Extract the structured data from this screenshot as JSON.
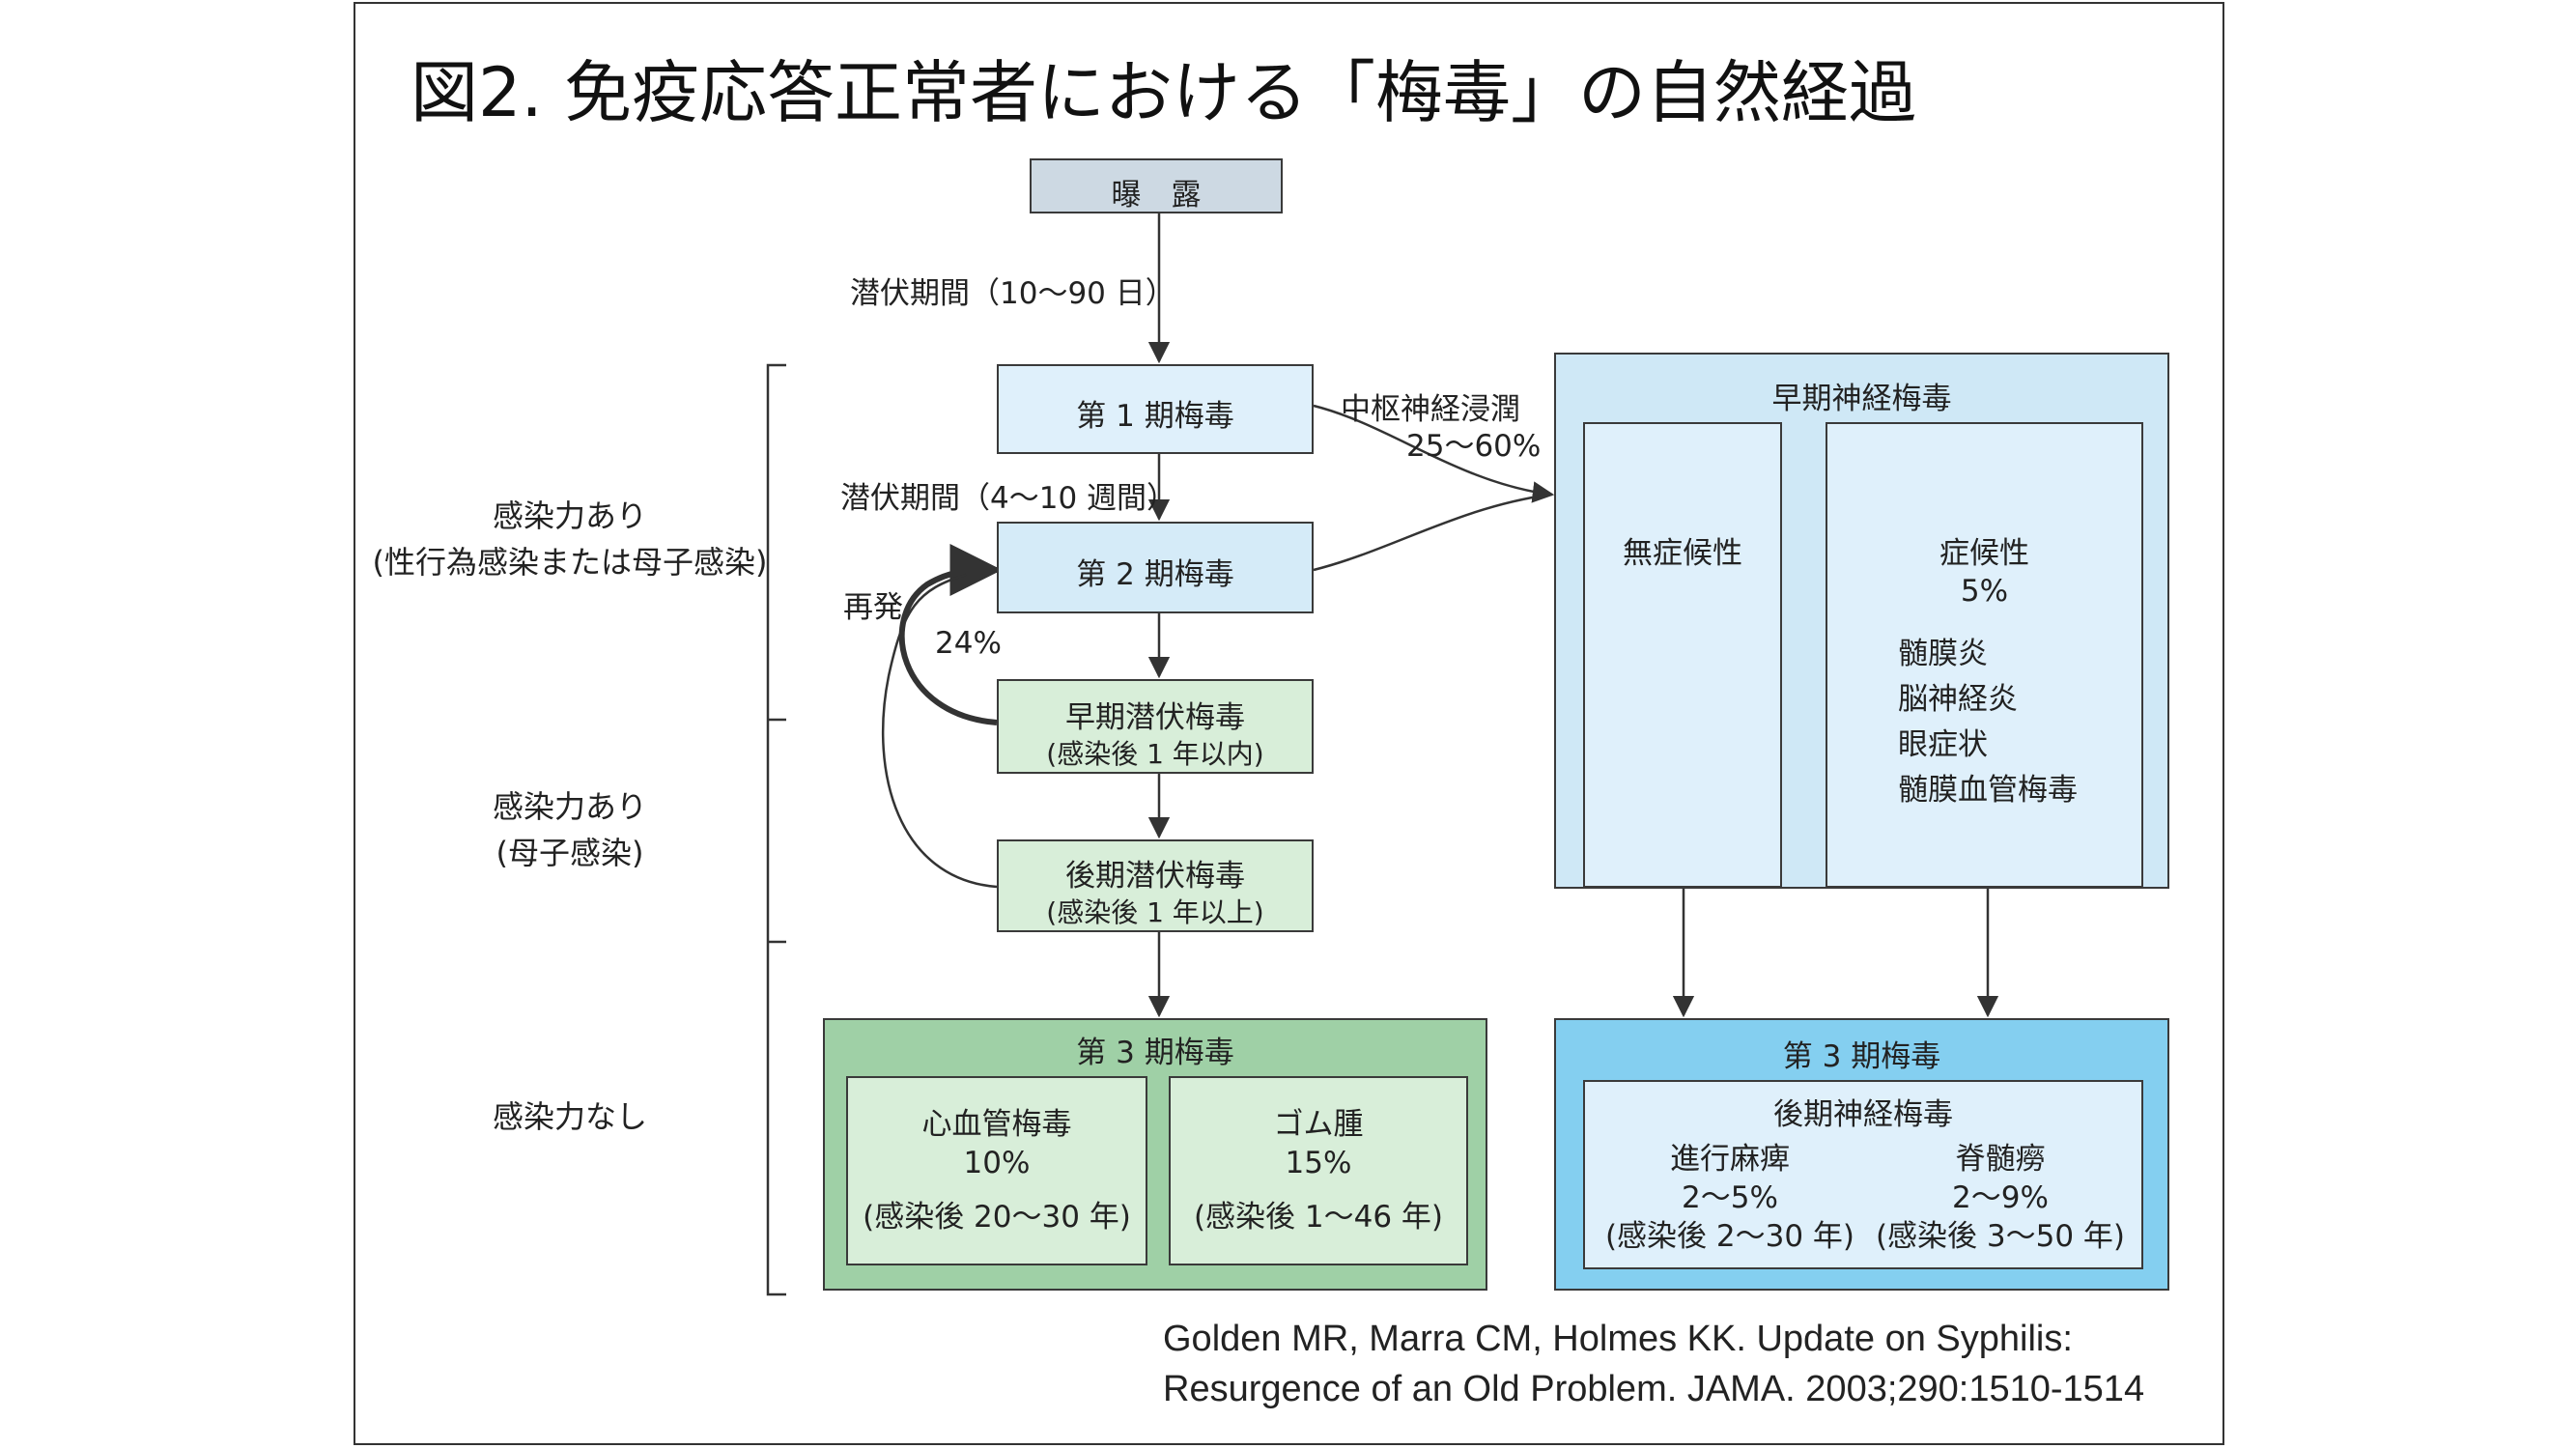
{
  "title": "図2. 免疫応答正常者における「梅毒」の自然経過",
  "citation": {
    "line1": "Golden MR, Marra CM, Holmes KK. Update on Syphilis:",
    "line2": "Resurgence of an Old Problem. JAMA. 2003;290:1510-1514"
  },
  "colors": {
    "exposure": "#cdd9e3",
    "early": "#dff0fb",
    "latent": "#d8eed9",
    "tertiary_green": "#9fd0a6",
    "neuro_outer": "#cfe8f6",
    "tertiary_blue": "#84cff0"
  },
  "categories": {
    "infectious_sex": {
      "line1": "感染力あり",
      "line2": "(性行為感染または母子感染)"
    },
    "infectious_mother": {
      "line1": "感染力あり",
      "line2": "(母子感染)"
    },
    "noninfectious": {
      "line1": "感染力なし"
    }
  },
  "flow": {
    "exposure": "曝　露",
    "incubation1": "潜伏期間（10〜90 日）",
    "primary": "第 1 期梅毒",
    "incubation2": "潜伏期間（4〜10 週間）",
    "secondary": "第 2 期梅毒",
    "relapse": "再発",
    "relapse_pct": "24%",
    "early_latent": {
      "line1": "早期潜伏梅毒",
      "line2": "(感染後 1 年以内)"
    },
    "late_latent": {
      "line1": "後期潜伏梅毒",
      "line2": "(感染後 1 年以上)"
    },
    "cns_invasion": {
      "line1": "中枢神経浸潤",
      "line2": "25〜60%"
    }
  },
  "early_neuro": {
    "title": "早期神経梅毒",
    "asymptomatic": "無症候性",
    "symptomatic": {
      "title": "症候性",
      "pct": "5%",
      "items": [
        "髄膜炎",
        "脳神経炎",
        "眼症状",
        "髄膜血管梅毒"
      ]
    }
  },
  "tertiary_left": {
    "title": "第 3 期梅毒",
    "cardio": {
      "name": "心血管梅毒",
      "pct": "10%",
      "time": "(感染後 20〜30 年)"
    },
    "gumma": {
      "name": "ゴム腫",
      "pct": "15%",
      "time": "(感染後 1〜46 年)"
    }
  },
  "tertiary_right": {
    "title": "第 3 期梅毒",
    "late_neuro": "後期神経梅毒",
    "paresis": {
      "name": "進行麻痺",
      "pct": "2〜5%",
      "time": "(感染後 2〜30 年)"
    },
    "tabes": {
      "name": "脊髄癆",
      "pct": "2〜9%",
      "time": "(感染後 3〜50 年)"
    }
  }
}
